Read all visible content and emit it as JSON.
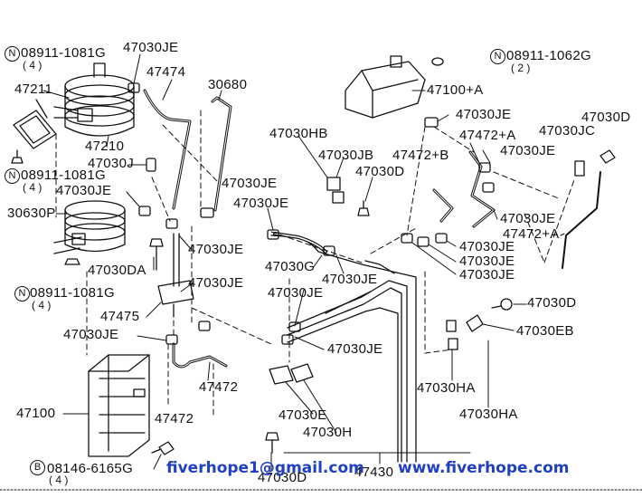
{
  "markers": {
    "n": "N",
    "b": "B"
  },
  "labels": {
    "l01": "08911-1081G",
    "l02": "47030JE",
    "l03": "47474",
    "l04": "47211",
    "l05": "30680",
    "l06": "47210",
    "l07": "47030J",
    "l08": "30630P",
    "l09": "47030DA",
    "l10": "47475",
    "l11": "47472",
    "l12": "47100",
    "l13": "08146-6165G",
    "l14": "08911-1062G",
    "l15": "47100+A",
    "l16": "47030D",
    "l17": "47030HB",
    "l18": "47472+A",
    "l19": "47030JC",
    "l20": "47030JB",
    "l21": "47472+B",
    "l22": "47030G",
    "l23": "47030EB",
    "l24": "47030HA",
    "l25": "47030E",
    "l26": "47030H",
    "l27": "47430",
    "q4": "( 4 )",
    "q2": "( 2 )"
  },
  "watermark": {
    "email": "fiverhope1@gmail.com",
    "website": "www.fiverhope.com"
  }
}
